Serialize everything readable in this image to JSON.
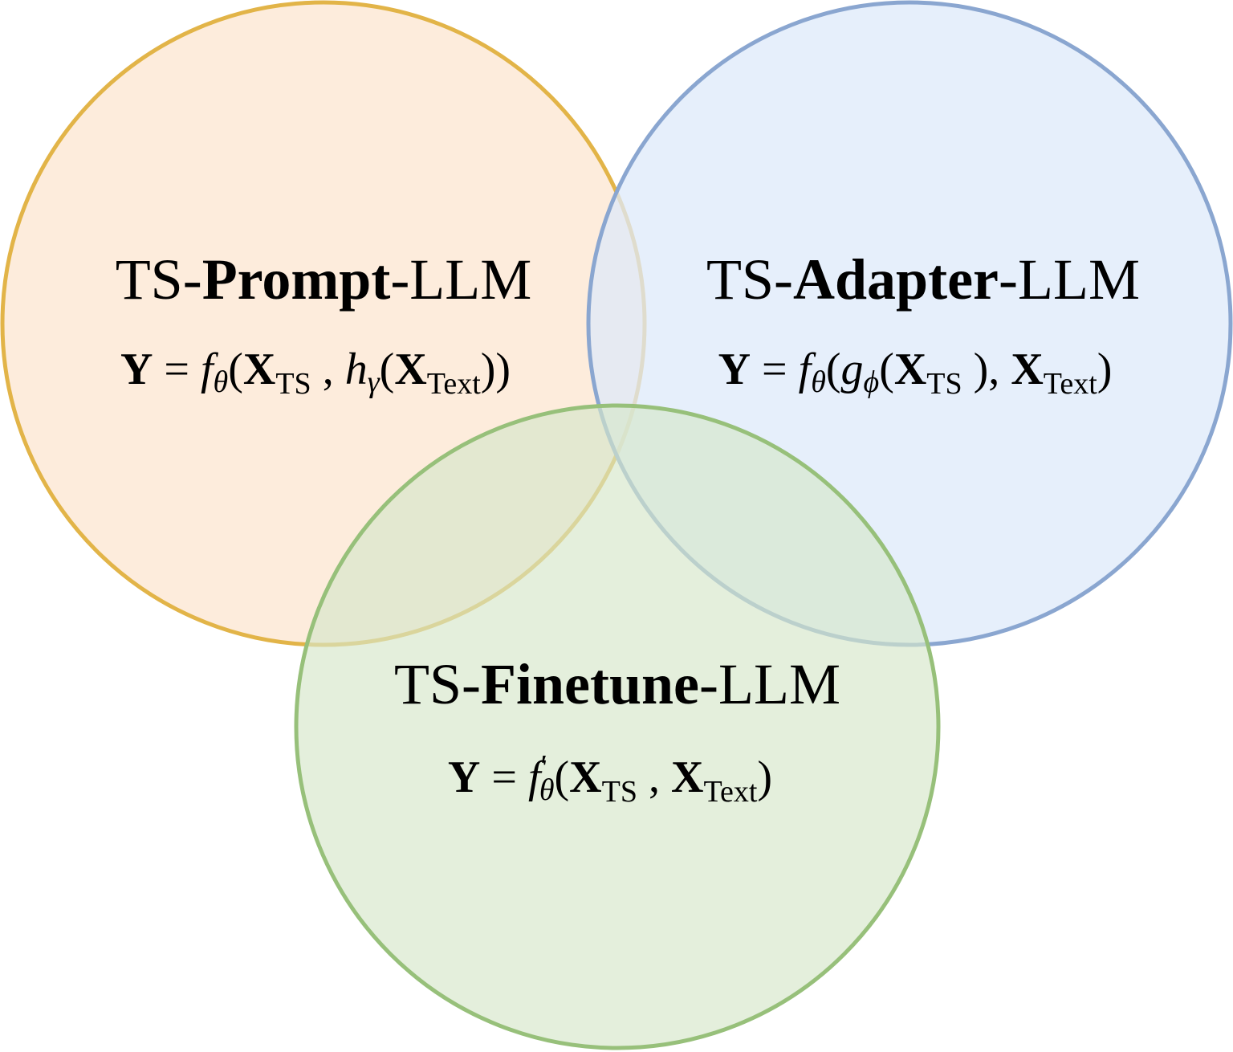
{
  "colors": {
    "prompt_fill": "#fde9d6",
    "prompt_stroke": "#e2b448",
    "adapter_fill": "#dde9fa",
    "adapter_stroke": "#8aa6d0",
    "finetune_fill": "#d5e6c9",
    "finetune_stroke": "#97c07a"
  },
  "prompt": {
    "title_prefix": "TS-",
    "title_bold": "Prompt",
    "title_suffix": "-LLM",
    "formula": {
      "y": "Y",
      "eq": " = ",
      "f": "f",
      "theta": "θ",
      "open": "(",
      "x1": "X",
      "sub1": "TS",
      "comma": " , ",
      "h": "h",
      "gamma": "γ",
      "open2": "(",
      "x2": "X",
      "sub2": "Text",
      "close": "))"
    }
  },
  "adapter": {
    "title_prefix": "TS-",
    "title_bold": "Adapter",
    "title_suffix": "-LLM",
    "formula": {
      "y": "Y",
      "eq": " = ",
      "f": "f",
      "theta": "θ",
      "open": "(",
      "g": "g",
      "phi": "ϕ",
      "open2": "(",
      "x1": "X",
      "sub1": "TS",
      "close1": " ), ",
      "x2": "X",
      "sub2": "Text",
      "close": ")"
    }
  },
  "finetune": {
    "title_prefix": "TS-",
    "title_bold": "Finetune",
    "title_suffix": "-LLM",
    "formula": {
      "y": "Y",
      "eq": " = ",
      "f": "f",
      "prime": "′",
      "theta": "θ",
      "open": "(",
      "x1": "X",
      "sub1": "TS",
      "comma": " , ",
      "x2": "X",
      "sub2": "Text",
      "close": ")"
    }
  }
}
